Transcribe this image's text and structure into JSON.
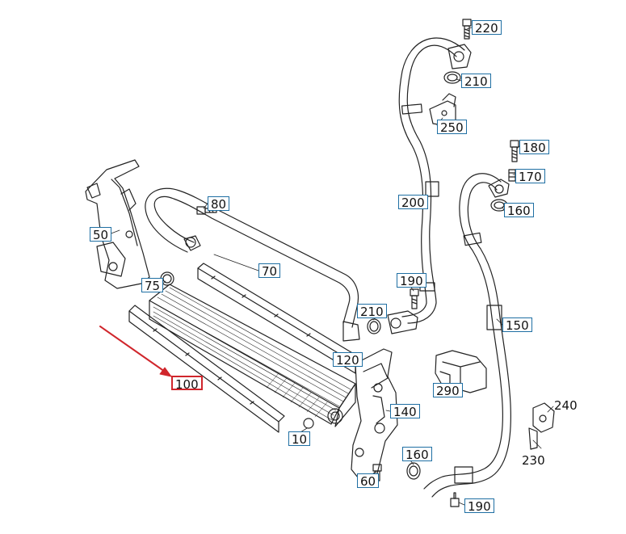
{
  "callouts": {
    "c220a": "220",
    "c210a": "210",
    "c250": "250",
    "c180": "180",
    "c170": "170",
    "c160a": "160",
    "c80": "80",
    "c200": "200",
    "c50": "50",
    "c70": "70",
    "c190a": "190",
    "c75": "75",
    "c210b": "210",
    "c150": "150",
    "c120": "120",
    "c290": "290",
    "c100": "100",
    "c240": "240",
    "c140": "140",
    "c10": "10",
    "c160b": "160",
    "c230": "230",
    "c60": "60",
    "c190b": "190"
  },
  "highlight": {
    "part": "100",
    "color": "#d0262c"
  },
  "colors": {
    "callout_border": "#1f6fa3",
    "line": "#222222"
  }
}
